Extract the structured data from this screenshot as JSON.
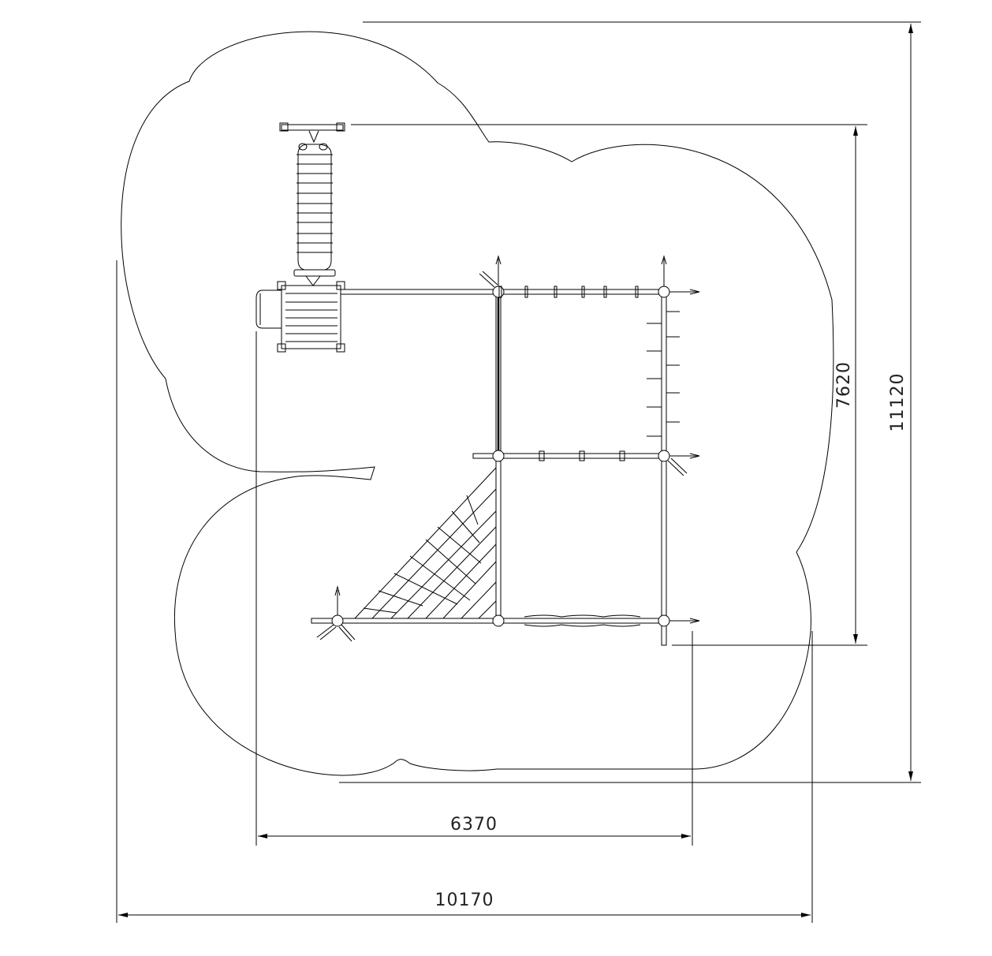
{
  "dimensions": {
    "inner_width": "6370",
    "outer_width": "10170",
    "inner_height": "7620",
    "outer_height": "11120"
  },
  "colors": {
    "line": "#000000",
    "background": "#ffffff"
  }
}
